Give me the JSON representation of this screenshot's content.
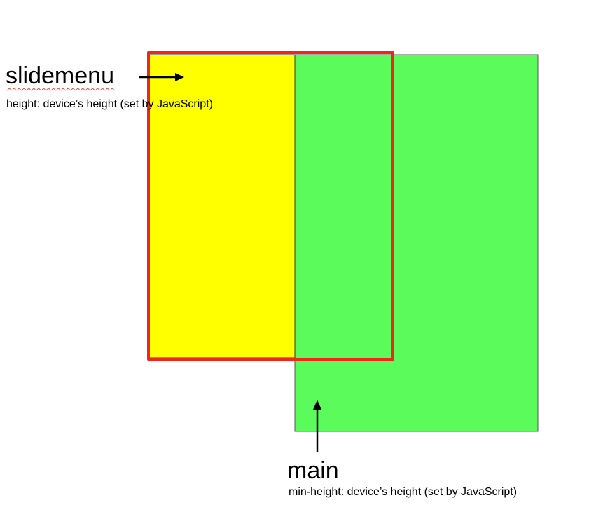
{
  "colors": {
    "slidemenu_fill": "#ffff00",
    "main_fill": "#5afb5a",
    "highlight_outline": "#f0261b",
    "arrow": "#000000",
    "text": "#000000"
  },
  "diagram": {
    "slidemenu": {
      "title": "slidemenu",
      "description": "height: device’s height (set by JavaScript)"
    },
    "main": {
      "title": "main",
      "description": "min-height: device’s height (set by JavaScript)"
    }
  }
}
